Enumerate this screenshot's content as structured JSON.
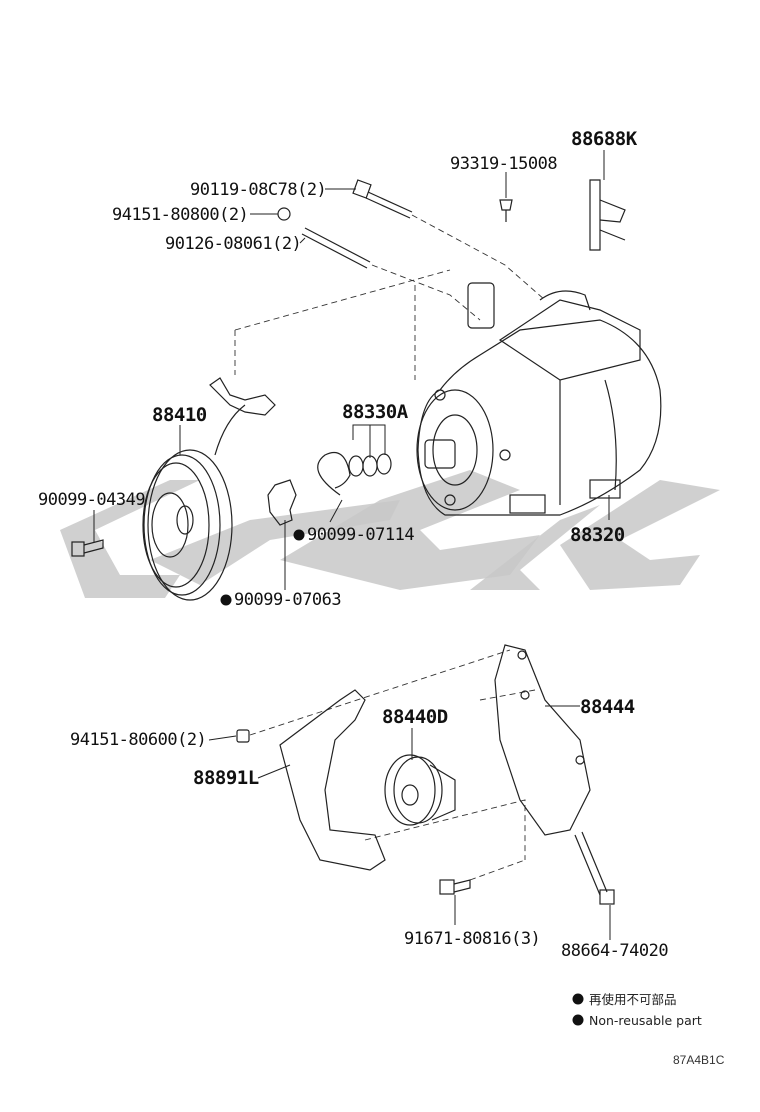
{
  "diagram": {
    "labels": {
      "p88688K": "88688K",
      "p93319": "93319-15008",
      "p90119": "90119-08C78(2)",
      "p94151a": "94151-80800(2)",
      "p90126": "90126-08061(2)",
      "p88410": "88410",
      "p88330A": "88330A",
      "p90099_04349": "90099-04349",
      "p90099_07114": "90099-07114",
      "p90099_07063": "90099-07063",
      "p88320": "88320",
      "p88444": "88444",
      "p88440D": "88440D",
      "p94151b": "94151-80600(2)",
      "p88891L": "88891L",
      "p91671": "91671-80816(3)",
      "p88664": "88664-74020"
    },
    "legend": {
      "jp": "再使用不可部品",
      "en": "Non-reusable part"
    },
    "diagram_code": "87A4B1C",
    "watermark_icon": "cygc-logo"
  }
}
